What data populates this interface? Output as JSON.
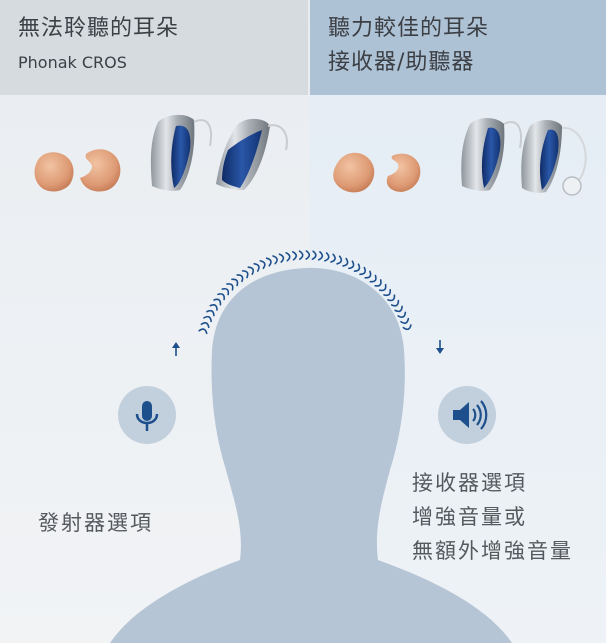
{
  "left": {
    "title": "無法聆聽的耳朵",
    "subtitle": "Phonak CROS"
  },
  "right": {
    "title": "聽力較佳的耳朵",
    "subtitle": "接收器/助聽器"
  },
  "captions": {
    "left": [
      "發射器選項"
    ],
    "right": [
      "接收器選項",
      "增強音量或",
      "無額外增強音量"
    ]
  },
  "icons": {
    "transmitter": "microphone-icon",
    "receiver": "speaker-icon",
    "transmit_direction": "up-arrow-icon",
    "receive_direction": "down-arrow-icon"
  },
  "colors": {
    "accent": "#1d4f8c",
    "left_header": "#d6dbe0",
    "right_header": "#aec2d6",
    "silhouette": "#b6c5d5"
  }
}
